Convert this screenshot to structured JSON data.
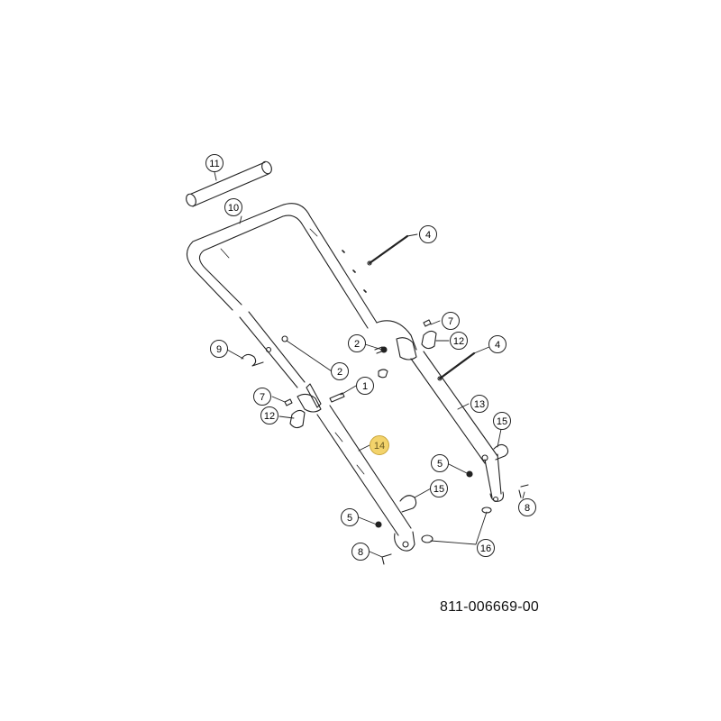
{
  "diagram": {
    "part_number": "811-006669-00",
    "highlight_color": "#f3d36b",
    "callouts": [
      {
        "id": "c11",
        "label": "11"
      },
      {
        "id": "c10",
        "label": "10"
      },
      {
        "id": "c4a",
        "label": "4"
      },
      {
        "id": "c4b",
        "label": "4"
      },
      {
        "id": "c7a",
        "label": "7"
      },
      {
        "id": "c12a",
        "label": "12"
      },
      {
        "id": "c2a",
        "label": "2"
      },
      {
        "id": "c9",
        "label": "9"
      },
      {
        "id": "c2b",
        "label": "2"
      },
      {
        "id": "c1",
        "label": "1"
      },
      {
        "id": "c7b",
        "label": "7"
      },
      {
        "id": "c12b",
        "label": "12"
      },
      {
        "id": "c13",
        "label": "13"
      },
      {
        "id": "c15a",
        "label": "15"
      },
      {
        "id": "c14",
        "label": "14",
        "highlighted": true
      },
      {
        "id": "c5a",
        "label": "5"
      },
      {
        "id": "c15b",
        "label": "15"
      },
      {
        "id": "c8a",
        "label": "8"
      },
      {
        "id": "c5b",
        "label": "5"
      },
      {
        "id": "c16",
        "label": "16"
      },
      {
        "id": "c8b",
        "label": "8"
      }
    ]
  }
}
